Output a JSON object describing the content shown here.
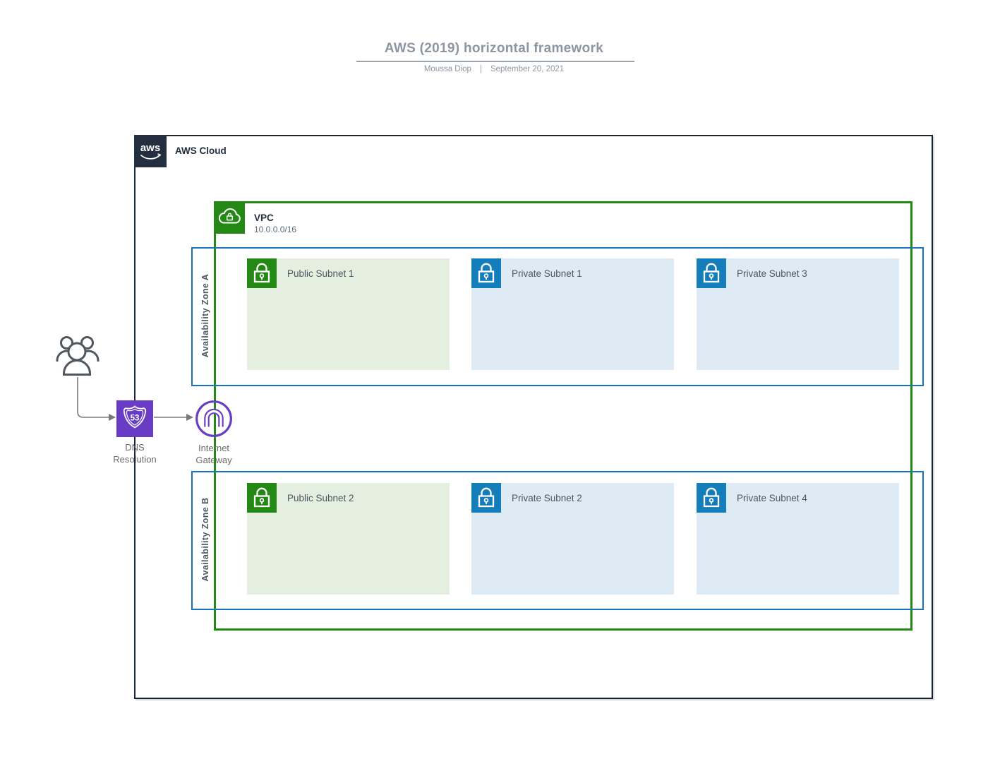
{
  "header": {
    "title": "AWS (2019) horizontal framework",
    "author": "Moussa Diop",
    "separator": "|",
    "date": "September 20, 2021"
  },
  "cloud": {
    "logo_text": "aws",
    "label": "AWS Cloud"
  },
  "vpc": {
    "label": "VPC",
    "cidr": "10.0.0.0/16"
  },
  "zones": [
    {
      "label": "Availability Zone A",
      "subnets": [
        {
          "label": "Public Subnet 1",
          "type": "public"
        },
        {
          "label": "Private Subnet 1",
          "type": "private"
        },
        {
          "label": "Private Subnet 3",
          "type": "private"
        }
      ]
    },
    {
      "label": "Availability Zone B",
      "subnets": [
        {
          "label": "Public Subnet 2",
          "type": "public"
        },
        {
          "label": "Private Subnet 2",
          "type": "private"
        },
        {
          "label": "Private Subnet 4",
          "type": "private"
        }
      ]
    }
  ],
  "flow": {
    "dns_label_line1": "DNS",
    "dns_label_line2": "Resolution",
    "dns_icon_text": "53",
    "gateway_label_line1": "Internet",
    "gateway_label_line2": "Gateway"
  },
  "colors": {
    "aws_navy": "#232F3E",
    "cloud_border": "#1B2633",
    "vpc_green": "#248814",
    "public_subnet_fill": "#E4EFE0",
    "private_subnet_blue": "#147EBA",
    "private_subnet_fill": "#DEEBF4",
    "az_border_blue": "#1A73B8",
    "networking_purple": "#693CC5",
    "connector_gray": "#7A7A7A",
    "title_gray": "#8C95A1"
  }
}
